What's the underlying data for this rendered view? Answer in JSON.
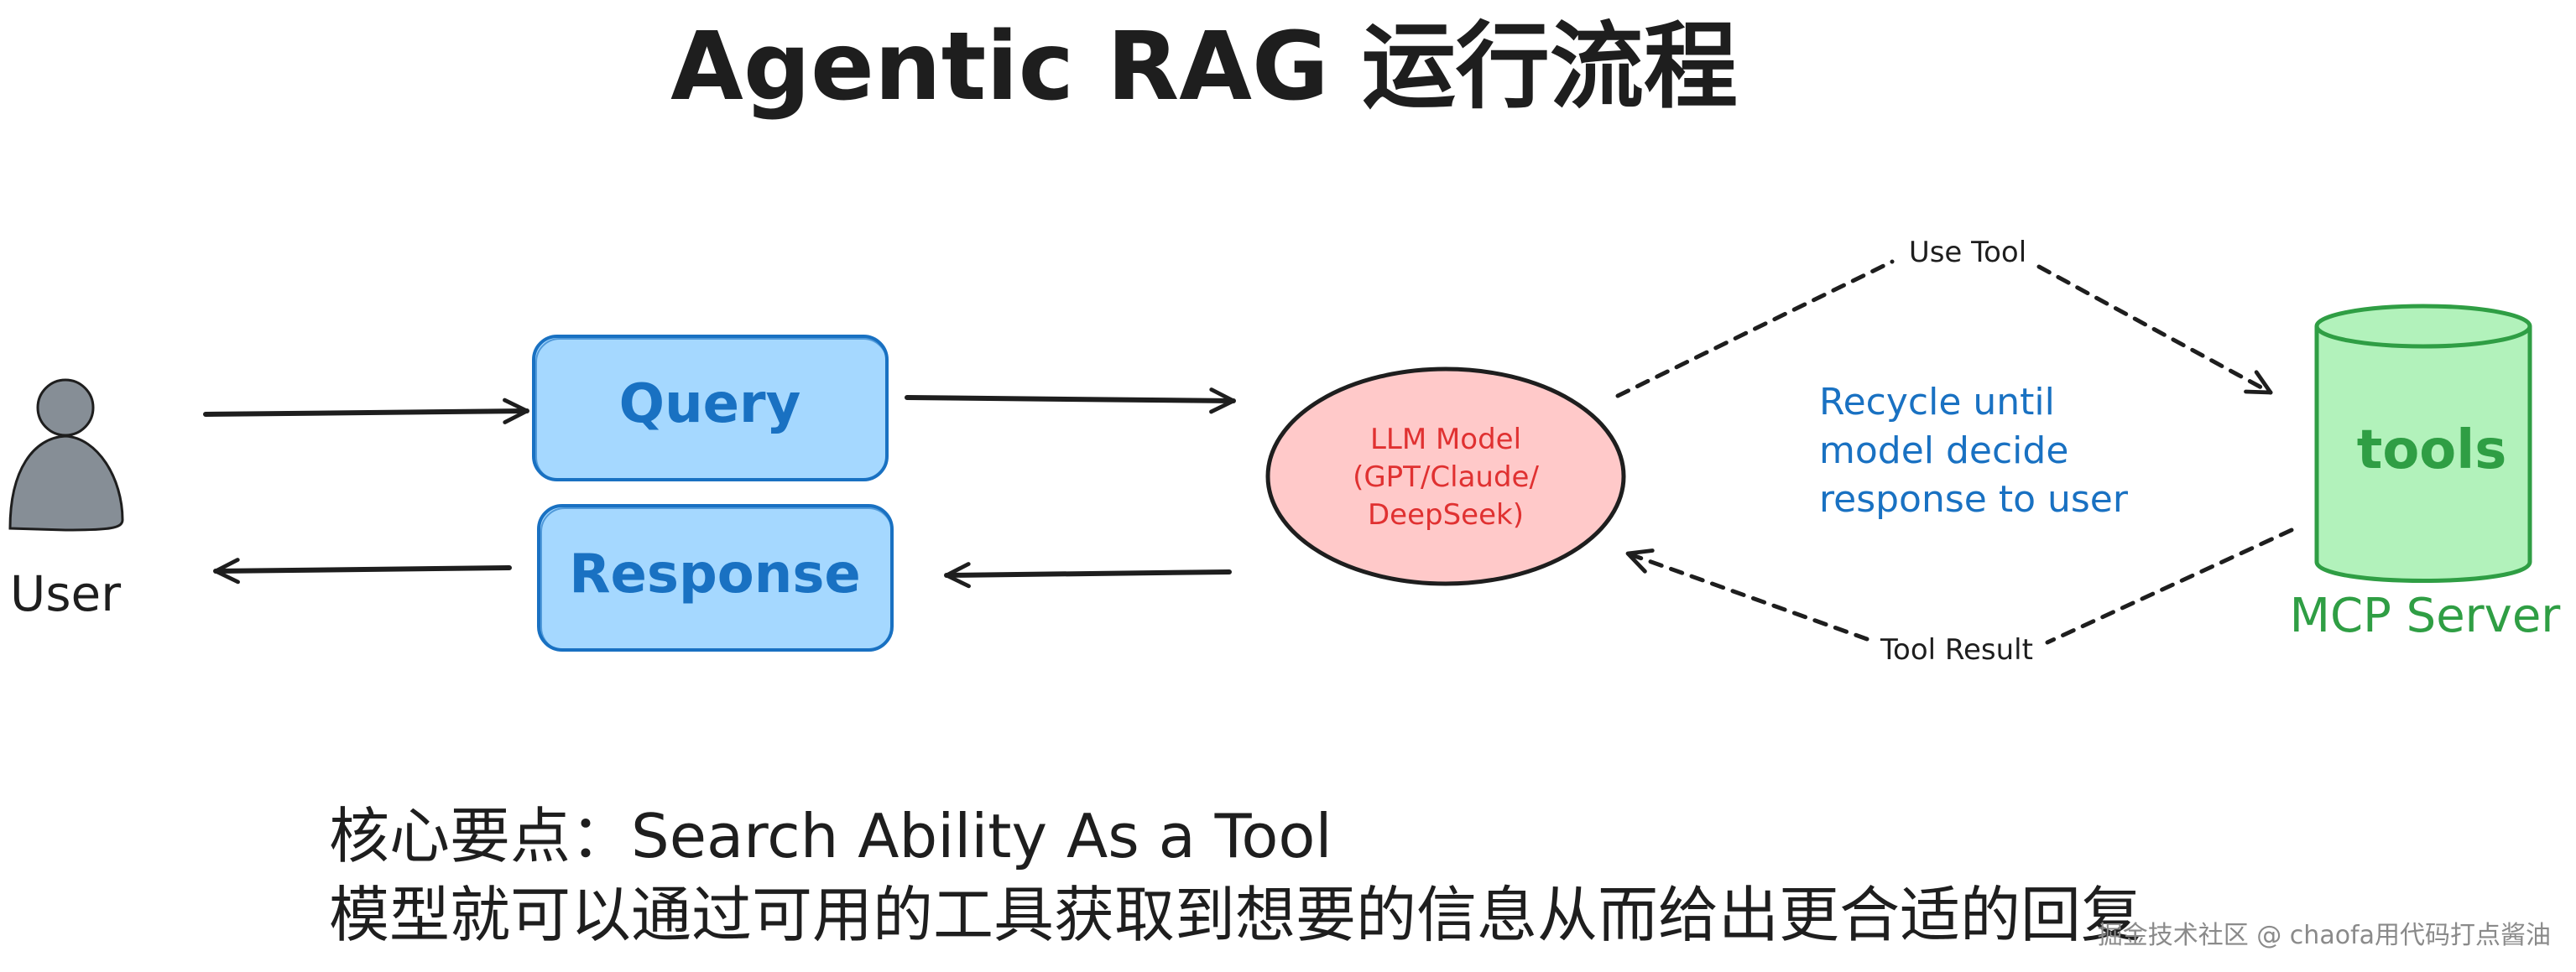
{
  "title": "Agentic RAG 运行流程",
  "colors": {
    "ink": "#1e1e1e",
    "blue_text": "#1971c2",
    "blue_fill": "#a5d8ff",
    "red_text": "#e03131",
    "red_fill": "#ffc9c9",
    "green_text": "#2f9e44",
    "green_fill": "#b2f2bb",
    "user_fill": "#868e96"
  },
  "nodes": {
    "user": {
      "label": "User",
      "icon": "person-icon"
    },
    "query": {
      "label": "Query"
    },
    "response": {
      "label": "Response"
    },
    "llm": {
      "lines": [
        "LLM Model",
        "(GPT/Claude/",
        "DeepSeek)"
      ]
    },
    "tools": {
      "label": "tools",
      "caption": "MCP Server",
      "icon": "database-cylinder-icon"
    }
  },
  "edges": {
    "use_tool": "Use Tool",
    "tool_result": "Tool Result"
  },
  "note": {
    "lines": [
      "Recycle until",
      "model decide",
      "response to user"
    ]
  },
  "summary": {
    "line1": "核心要点：Search Ability As a Tool",
    "line2": "模型就可以通过可用的工具获取到想要的信息从而给出更合适的回复"
  },
  "watermark": "掘金技术社区 @ chaofa用代码打点酱油"
}
